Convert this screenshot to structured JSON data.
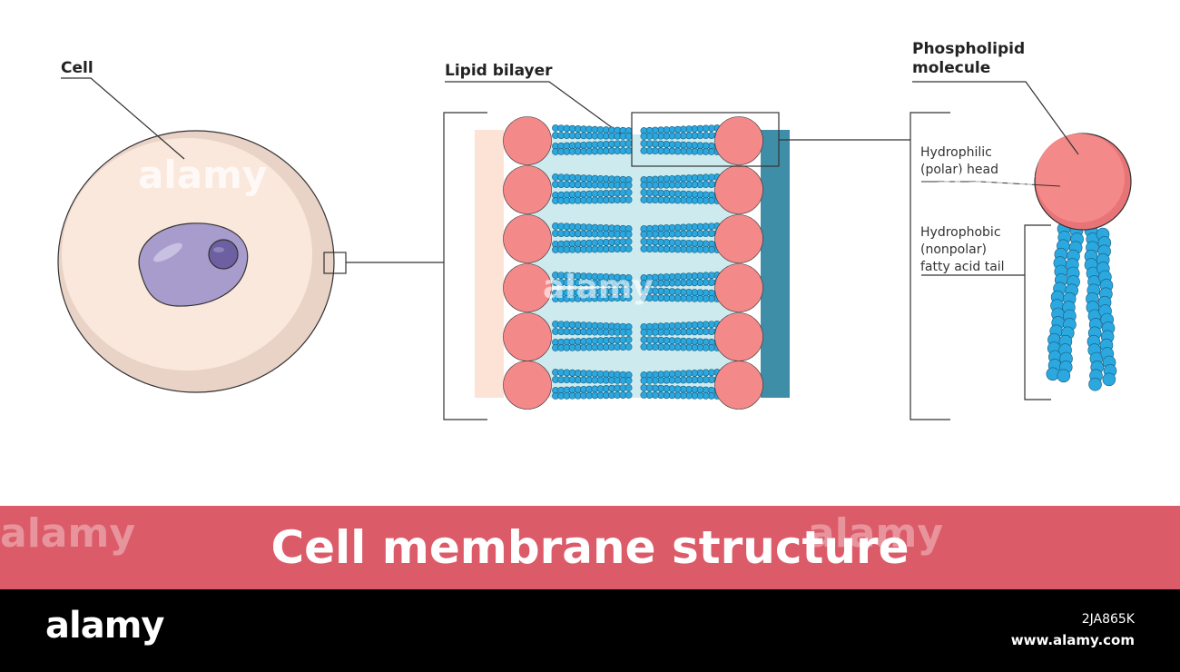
{
  "labels": {
    "cell": "Cell",
    "lipid_bilayer": "Lipid bilayer",
    "phospholipid_line1": "Phospholipid",
    "phospholipid_line2": "molecule",
    "hydrophilic_line1": "Hydrophilic",
    "hydrophilic_line2": "(polar) head",
    "hydrophobic_line1": "Hydrophobic",
    "hydrophobic_line2": "(nonpolar)",
    "hydrophobic_line3": "fatty acid tail"
  },
  "title": "Cell membrane structure",
  "footer": {
    "logo": "alamy",
    "image_id": "2JA865K",
    "url": "www.alamy.com"
  },
  "watermark": "alamy",
  "colors": {
    "title_band": "#dc5b69",
    "phospholipid_head": "#f4898a",
    "fatty_acid_tail": "#2aa8df",
    "cytoplasm": "#fce6da",
    "nucleus": "#a79ccc",
    "nucleolus": "#6c60a2",
    "outer_side": "#3f8ea8",
    "inner_side": "#fde3d6",
    "bilayer_core": "#cdeaee"
  }
}
